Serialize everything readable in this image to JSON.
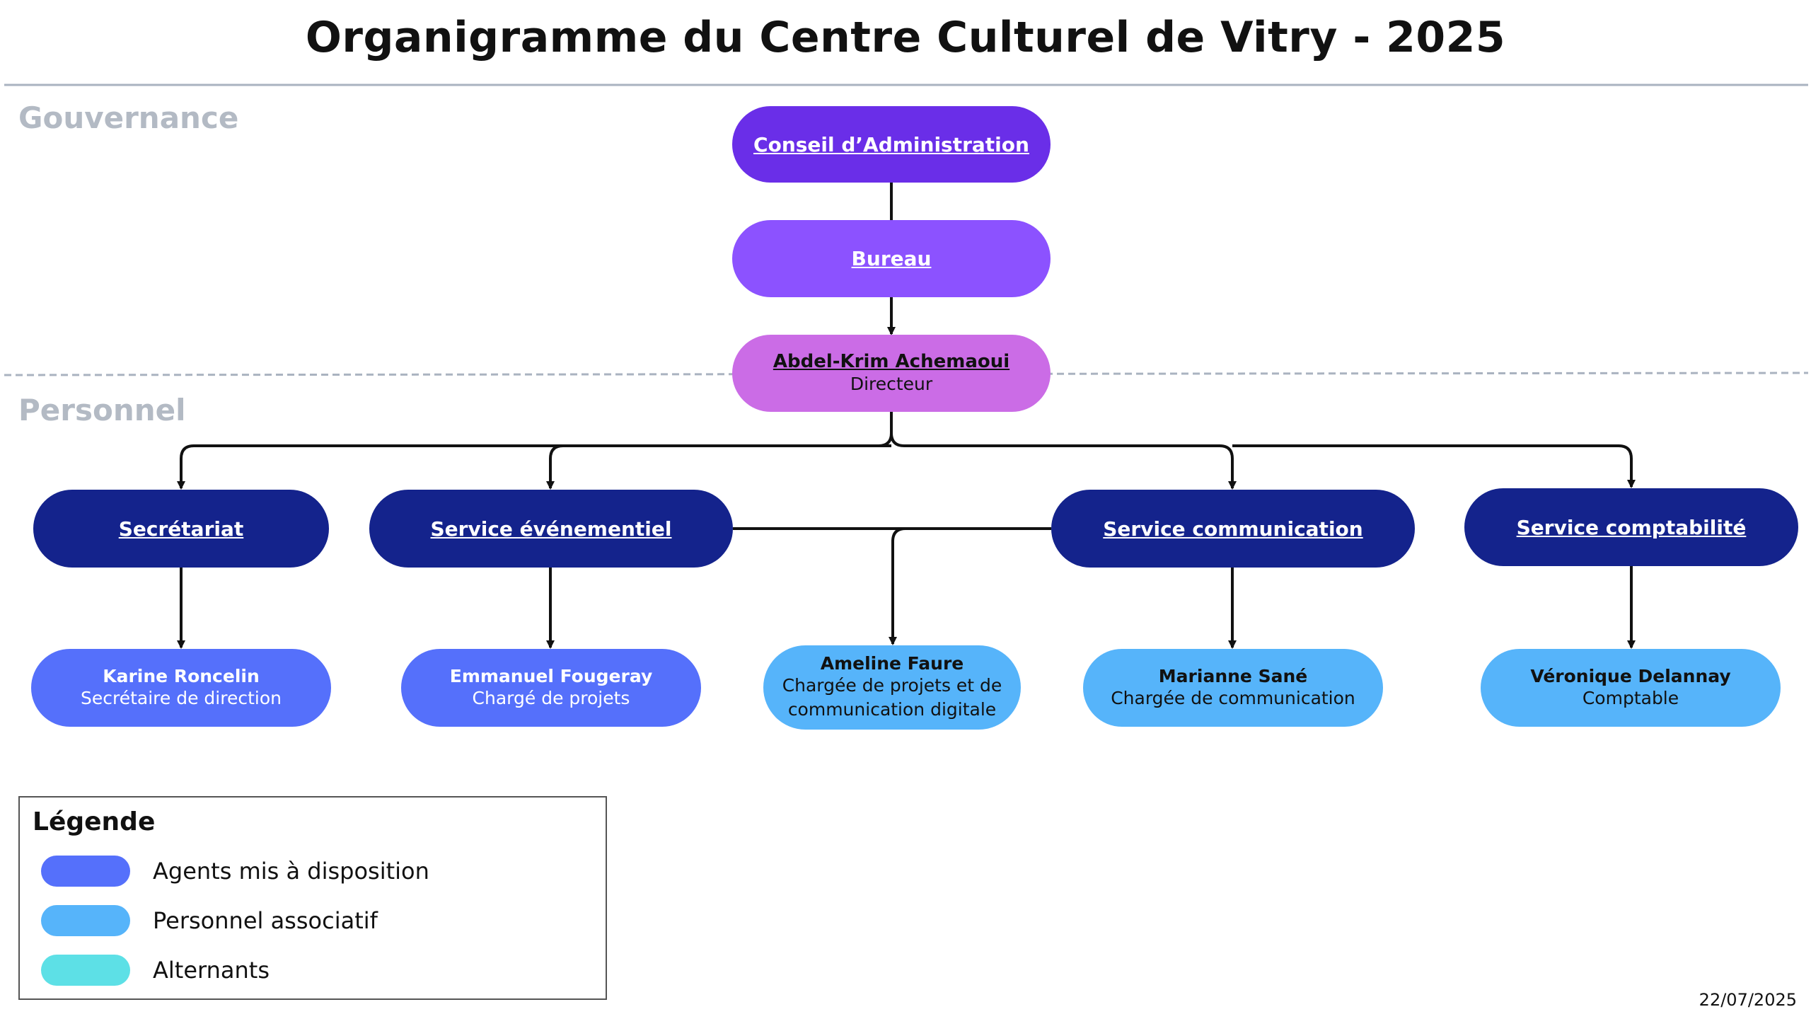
{
  "title": "Organigramme du Centre Culturel de Vitry - 2025",
  "sections": {
    "governance": "Gouvernance",
    "staff": "Personnel"
  },
  "colors": {
    "conseil": "#6a2ee8",
    "bureau": "#8c52ff",
    "directeur": "#cb6ce6",
    "service": "#14238c",
    "agents": "#5570fb",
    "associatif": "#56b4fa",
    "alternants": "#5de0e6",
    "divider": "#aab3c0",
    "line": "#111111"
  },
  "nodes": {
    "conseil": {
      "label": "Conseil d’Administration"
    },
    "bureau": {
      "label": "Bureau"
    },
    "directeur": {
      "name": "Abdel-Krim Achemaoui",
      "role": "Directeur"
    },
    "secretariat": {
      "label": "Secrétariat"
    },
    "evenementiel": {
      "label": "Service événementiel"
    },
    "communication": {
      "label": "Service communication"
    },
    "comptabilite": {
      "label": "Service comptabilité"
    },
    "karine": {
      "name": "Karine Roncelin",
      "role": "Secrétaire de direction",
      "category": "agents"
    },
    "emmanuel": {
      "name": "Emmanuel Fougeray",
      "role": "Chargé de projets",
      "category": "agents"
    },
    "ameline": {
      "name": "Ameline Faure",
      "role_line1": "Chargée de projets et de",
      "role_line2": "communication digitale",
      "category": "associatif"
    },
    "marianne": {
      "name": "Marianne Sané",
      "role": "Chargée de communication",
      "category": "associatif"
    },
    "veronique": {
      "name": "Véronique Delannay",
      "role": "Comptable",
      "category": "associatif"
    }
  },
  "legend": {
    "title": "Légende",
    "items": [
      {
        "label": "Agents mis à disposition",
        "color": "#5570fb"
      },
      {
        "label": "Personnel associatif",
        "color": "#56b4fa"
      },
      {
        "label": "Alternants",
        "color": "#5de0e6"
      }
    ]
  },
  "date": "22/07/2025"
}
